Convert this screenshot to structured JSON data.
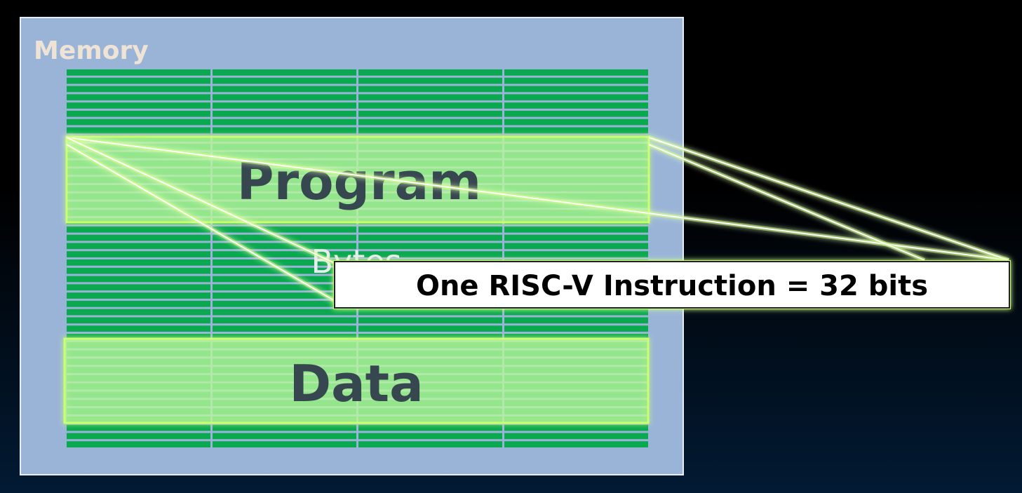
{
  "memory": {
    "label": "Memory",
    "columns": 4,
    "rows": 46
  },
  "regions": {
    "program": "Program",
    "data": "Data",
    "bytes": "Bytes"
  },
  "callout": {
    "text": "One RISC-V Instruction = 32 bits"
  },
  "colors": {
    "background_top": "#000000",
    "background_bottom": "#021a33",
    "memory_panel": "#9ab4d8",
    "byte_cell": "#0aa84f",
    "highlight": "#b8f59a",
    "highlight_glow": "#caff70",
    "label_dark": "#37474f",
    "memory_label": "#efe3d6"
  }
}
